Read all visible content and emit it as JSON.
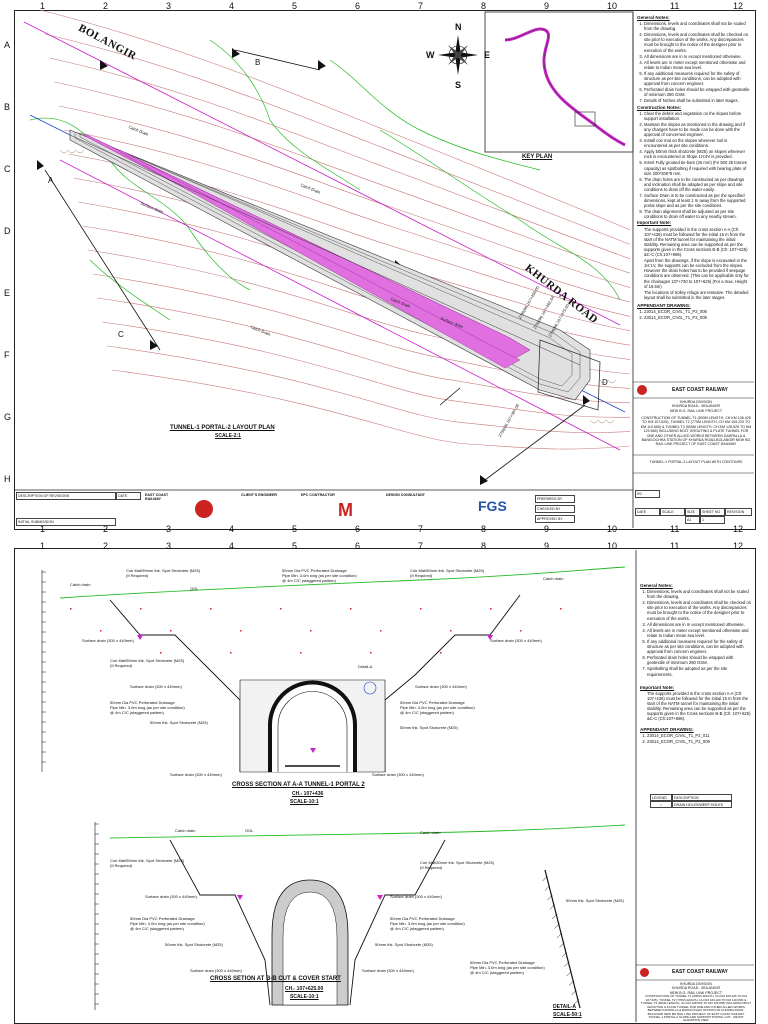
{
  "sheet1": {
    "ruler_numbers": [
      "1",
      "2",
      "3",
      "4",
      "5",
      "6",
      "7",
      "8",
      "9",
      "10",
      "11",
      "12"
    ],
    "side_letters": [
      "A",
      "B",
      "C",
      "D",
      "E",
      "F",
      "G",
      "H"
    ],
    "road_labels": {
      "bolangir": "BOLANGIR",
      "khurda_road": "KHURDA ROAD"
    },
    "section_marks": {
      "a": "A",
      "b": "B",
      "c": "C",
      "d": "D"
    },
    "compass": {
      "n": "N",
      "s": "S",
      "e": "E",
      "w": "W"
    },
    "key_plan_title": "KEY PLAN",
    "layout_title": "TUNNEL-1 PORTAL-2 LAYOUT PLAN",
    "layout_scale": "SCALE-2:1",
    "plan_labels": {
      "catch_drain_1": "Catch Drain",
      "catch_drain_2": "Catch Drain",
      "catch_drain_3": "Catch Drain",
      "catch_drain_4": "Catch Drain",
      "surface_drain_1": "Surface drain",
      "surface_drain_2": "Surface drain",
      "ch1": "2750(M) 107+450.00",
      "ch2": "2750(M) 107+462.64",
      "ch3": "2750(M) 107+475.00",
      "ch4": "2750(M) 107+387.08"
    },
    "notes": {
      "general_title": "General Notes:",
      "general": [
        "Dimensions, levels and coordinates shall not be scaled from the drawing.",
        "Dimensions, levels and coordinates shall be checked on site prior to execution of the works. Any discrepancies must be brought to the notice of the designer prior to execution of the works.",
        "All dimensions are in m except mentioned otherwise.",
        "All levels are in meter except mentioned otherwise and relate to Indian mean sea level.",
        "If any additional measures required for the safety of structure as per site conditions, can be adopted with approval from concern engineer.",
        "Perforated drain holes should be wrapped with geotextile of minimum 280 GSM.",
        "Details of Niches shall be submitted in later stages."
      ],
      "construction_title": "Construction Notes:",
      "construction": [
        "Clear the debris and vegetation on the slopes before support installation.",
        "Maintain the slopes as mentioned in the drawing and if any changes have to be made can be done with the approval of concerned engineer.",
        "Install coir mat on the slopes wherever soil is encountered as per site conditions.",
        "Apply 50mm thick shotcrete (M25) on slopes wherever rock is encountered or Slope 1H:4V is provided.",
        "Insert Fully grouted tie-bars (25 mm) (Fe 500 25 tonnes capacity) as spotbolting if required with bearing plate of size 200*200*8 mm.",
        "The drain holes are to be constructed as per drawings and inclination shall be adapted as per slope and site conditions to drain off the water easily.",
        "Surface Drain is to be constructed as per the specified dimensions, kept at least 1 m away from the supported portal slope and as per the site conditions.",
        "The drain alignment shall be adjusted as per site conditions to drain off water to any nearby stream."
      ],
      "important_title": "Important Note:",
      "important": [
        "The supports provided in the cross section A-A (Ch: 107+436) must be followed for the initial 15 m from the start of the NATM tunnel for maintaining the initial stability. Remaining area can be supported as per the supports given in the Cross sections B-B (Ch: 107+625) &C-C (Ch:107+696).",
        "Apart from the drawings, if the slope is excavated in the 1H:1V, the supports can be excluded from the slopes. However the drain holes has to be provided if seepage conditions are observed. (This can be applicable only for the chainages 107+730 to 107+625) (For a max. Height of 16.5m)",
        "The locations of trolley refuge are tentative. The detailed layout shall be submitted in the later stages."
      ],
      "appendant_title": "APPENDANT DRAWING:",
      "appendant": [
        "23014_ECOR_CIVIL_T1_P2_008",
        "23014_ECOR_CIVIL_T1_P2_009"
      ]
    },
    "title_block": {
      "railway": "EAST COAST RAILWAY",
      "division": "KHURDA DIVISION\nKHURDA ROAD - BOLANGIR\nNEW B.G. RAIL LINK PROJECT",
      "description": "CONSTRUCTION OF TUNNEL T1 (900M LENGTH, CH KM 106.425 TO KM 107.625), TUNNEL T2 (770M LENGTH, CH KM 109.220 TO KM 110.650) & TUNNEL T3 (900M LENGTH, CH KM 128.525 TO KM 129.565) INCLUDING BOLT GROUTING & PLATE TUNNEL FOR ONE AND OTHER ALLIED WORKS BETWEEN DASPALLA & BANIGOCHHA STATION OF KHURDA ROAD-BOLANGIR NEW BG RAIL LINK PROJECT OF EAST COAST RAILWAY",
      "drawing_title": "TUNNEL-1 PORTAL-2 LAYOUT PLAN WITH CONTOURS",
      "rev": "R0",
      "date": "DATE",
      "scale": "SCALE",
      "size": "SIZE",
      "sheet_no": "SHEET NO",
      "revision": "REVISION",
      "size_val": "A1",
      "sheet_val": "1"
    },
    "bottom_block": {
      "rev_header": "DESCRIPTION OF REVISIONS",
      "date_header": "DATE",
      "initial": "INITIAL SUBMISSION",
      "client": "EAST COAST RAILWAY",
      "consultant": "CLIENT'S ENGINEER",
      "contractor": "EPC CONTRACTOR",
      "designer": "DESIGN CONSULTANT",
      "fgs_name": "FGS",
      "prepared": "PREPARED BY",
      "checked": "CHECKED BY",
      "approved": "APPROVED BY",
      "m_logo": "M"
    }
  },
  "sheet2": {
    "ruler_numbers": [
      "1",
      "2",
      "3",
      "4",
      "5",
      "6",
      "7",
      "8",
      "9",
      "10",
      "11",
      "12"
    ],
    "aa_title": "CROSS SECTION AT A-A TUNNEL-1 PORTAL 2",
    "aa_ch": "CH.- 107+436",
    "aa_scale": "SCALE-10:1",
    "bb_title": "CROSS SETION AT B-B CUT & COVER START",
    "bb_ch": "CH.- 107+625.00",
    "bb_scale": "SCALE-10:1",
    "detail_title": "DETAIL-A",
    "detail_scale": "SCALE-50:1",
    "detail_label": "50mm thk. Spot Shotcrete (M25)",
    "aa_labels": {
      "coir_left": "Coir Mat/50mm thk. Spot Shotcrete (M25)\n(If Required)",
      "catch_left": "Catch drain",
      "ogl": "OGL",
      "perforated_top": "50mm Dia PVC Perforated Drainage\nPipe Min. 3.0m long (as per site condition)\n@ 4m C/C (staggered pattern)",
      "coir_right": "Coir Mat/50mm thk. Spot Shotcrete (M25)\n(If Required)",
      "catch_right": "Catch drain",
      "surface_l1": "Surface drain (300 x 440mm)",
      "surface_r1": "Surface drain (300 x 440mm)",
      "coir_mid": "Coir Mat/50mm thk. Spot Shotcrete (M25)\n(If Required)",
      "surface_l2": "Surface drain (300 x 440mm)",
      "surface_r2": "Surface drain (300 x 440mm)",
      "perf_l": "50mm Dia PVC Perforated Drainage\nPipe Min. 3.0m long (as per site condition)\n@ 4m C/C (staggered pattern)",
      "perf_r": "50mm Dia PVC Perforated Drainage\nPipe Min. 3.0m long (as per site condition)\n@ 4m C/C (staggered pattern)",
      "shot_l": "50mm thk. Spot Shotcrete (M25)",
      "shot_r": "50mm thk. Spot Shotcrete (M25)",
      "surface_bl": "Surface drain (300 x 440mm)",
      "surface_br": "Surface drain (300 x 440mm)",
      "detail_a": "Detail-A"
    },
    "bb_labels": {
      "catch_l": "Catch drain",
      "ogl": "OGL",
      "catch_r": "Catch drain",
      "coir_l": "Coir Mat/50mm thk. Spot Shotcrete (M25)\n(If Required)",
      "coir_r": "Coir Mat/50mm thk. Spot Shotcrete (M25)\n(If Required)",
      "surface_l": "Surface drain (300 x 440mm)",
      "surface_r": "Surface drain (300 x 440mm)",
      "perf_l": "50mm Dia PVC Perforated Drainage\nPipe Min. 3.0m long (as per site condition)\n@ 4m C/C (staggered pattern)",
      "perf_r": "50mm Dia PVC Perforated Drainage\nPipe Min. 3.0m long (as per site condition)\n@ 4m C/C (staggered pattern)",
      "shot_l": "50mm thk. Spot Shotcrete (M25)",
      "shot_r": "50mm thk. Spot Shotcrete (M25)",
      "surface_bl": "Surface drain (300 x 440mm)",
      "surface_br": "Surface drain (300 x 440mm)",
      "perf_bottom": "50mm Dia PVC Perforated Drainage\nPipe Min. 3.0m long (as per site condition)\n@ 4m C/C (staggered pattern)"
    },
    "notes": {
      "general_title": "General Notes:",
      "general": [
        "Dimensions, levels and coordinates shall not be scaled from the drawing.",
        "Dimensions, levels and coordinates shall be checked on site prior to execution of the works. Any discrepancies must be brought to the notice of the designer prior to execution of the works.",
        "All dimensions are in m except mentioned otherwise.",
        "All levels are in meter except mentioned otherwise and relate to Indian mean sea level.",
        "If any additional measures required for the safety of structure as per site conditions, can be adopted with approval from concern engineer.",
        "Perforated drain holes should be wrapped with geotextile of minimum 280 GSM.",
        "Spotbolting shall be adopted as per the site requirements."
      ],
      "important_title": "Important Note:",
      "important": [
        "The supports provided in the cross section A-A (Ch: 107+436) must be followed for the initial 15 m from the start of the NATM tunnel for maintaining the initial stability. Remaining area can be supported as per the supports given in the Cross sections B-B (Ch: 107+625) &C-C (Ch:107+696)."
      ],
      "appendant_title": "APPENDANT DRAWING:",
      "appendant": [
        "23014_ECOR_CIVIL_T1_P2_011",
        "23014_ECOR_CIVIL_T1_P2_009"
      ],
      "legend_header_1": "LEGEND",
      "legend_header_2": "DESCRIPTION",
      "legend_item": "DRAIN HOLES/WEEP HOLES"
    },
    "title_block": {
      "railway": "EAST COAST RAILWAY",
      "division": "KHURDA DIVISION\nKHURDA ROAD - BOLANGIR\nNEW B.G. RAIL LINK PROJECT",
      "description": "CONSTRUCTION OF TUNNEL T1 (900M LENGTH, CH KM 106.425 TO KM 107.625), TUNNEL T2 (770M LENGTH, CH KM 109.220 TO KM 110.650) & TUNNEL T3 (900M LENGTH, CH KM 128.525 TO KM 129.565) INCLUDING BOLT GROUTING & PLATE TUNNEL FOR ONE AND OTHER ALLIED WORKS BETWEEN DASPALLA & BANIGOCHHA STATION OF KHURDA ROAD-BOLANGIR NEW BG RAIL LINK PROJECT OF EAST COAST RAILWAY",
      "drawing_title": "TUNNEL-1 PORTAL-2 SLOPE AND SUPPORT PORTAL CUT - FRONT ELEVATION VIEW"
    }
  },
  "colors": {
    "frame": "#222222",
    "contour": "#c87878",
    "green_line": "#22bb22",
    "magenta_line": "#cc22cc",
    "blue_line": "#2244cc",
    "tunnel_fill": "#e070e0",
    "railway_red": "#cc2222"
  }
}
